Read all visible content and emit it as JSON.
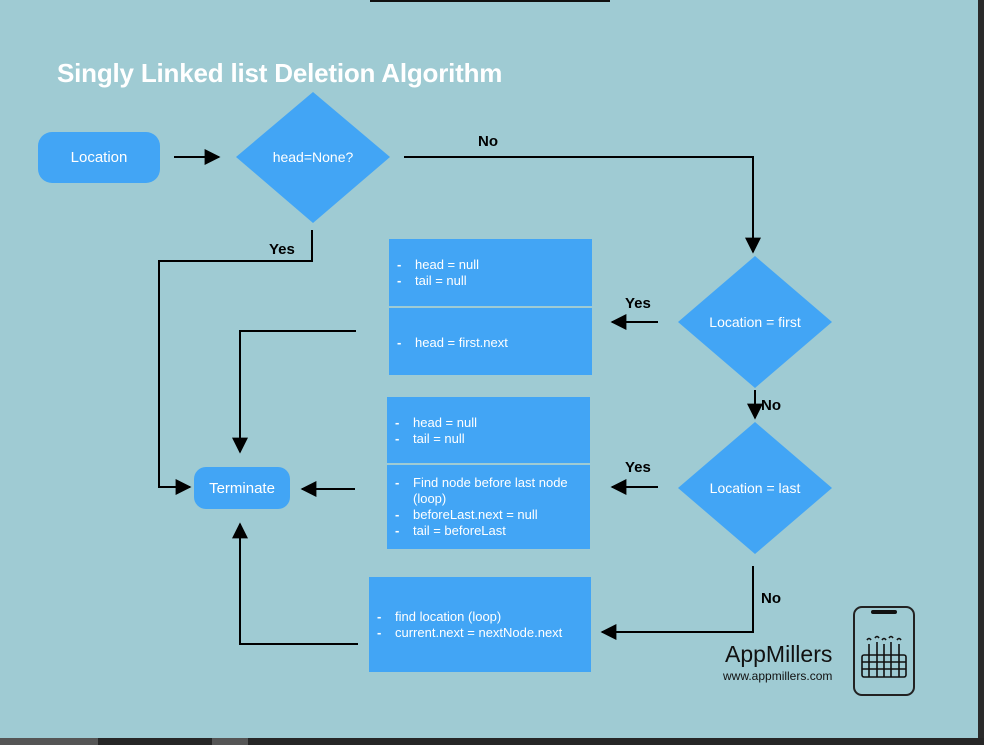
{
  "title": "Singly Linked list Deletion Algorithm",
  "nodes": {
    "location": "Location",
    "head_none": "head=None?",
    "location_first": "Location = first",
    "location_last": "Location = last",
    "terminate": "Terminate"
  },
  "edge_labels": {
    "no_head": "No",
    "yes_head": "Yes",
    "yes_first": "Yes",
    "no_first": "No",
    "yes_last": "Yes",
    "no_last": "No"
  },
  "boxes": {
    "first_single": [
      "head = null",
      "tail = null"
    ],
    "first_multi": [
      "head = first.next"
    ],
    "last_single": [
      "head = null",
      "tail = null"
    ],
    "last_multi": [
      "Find node before last node (loop)",
      "beforeLast.next = null",
      "tail = beforeLast"
    ],
    "middle": [
      "find location (loop)",
      "current.next = nextNode.next"
    ]
  },
  "brand": {
    "name": "AppMillers",
    "url": "www.appmillers.com"
  },
  "colors": {
    "background": "#9fcbd3",
    "node": "#42a5f5",
    "text": "#ffffff",
    "line": "#000000"
  }
}
